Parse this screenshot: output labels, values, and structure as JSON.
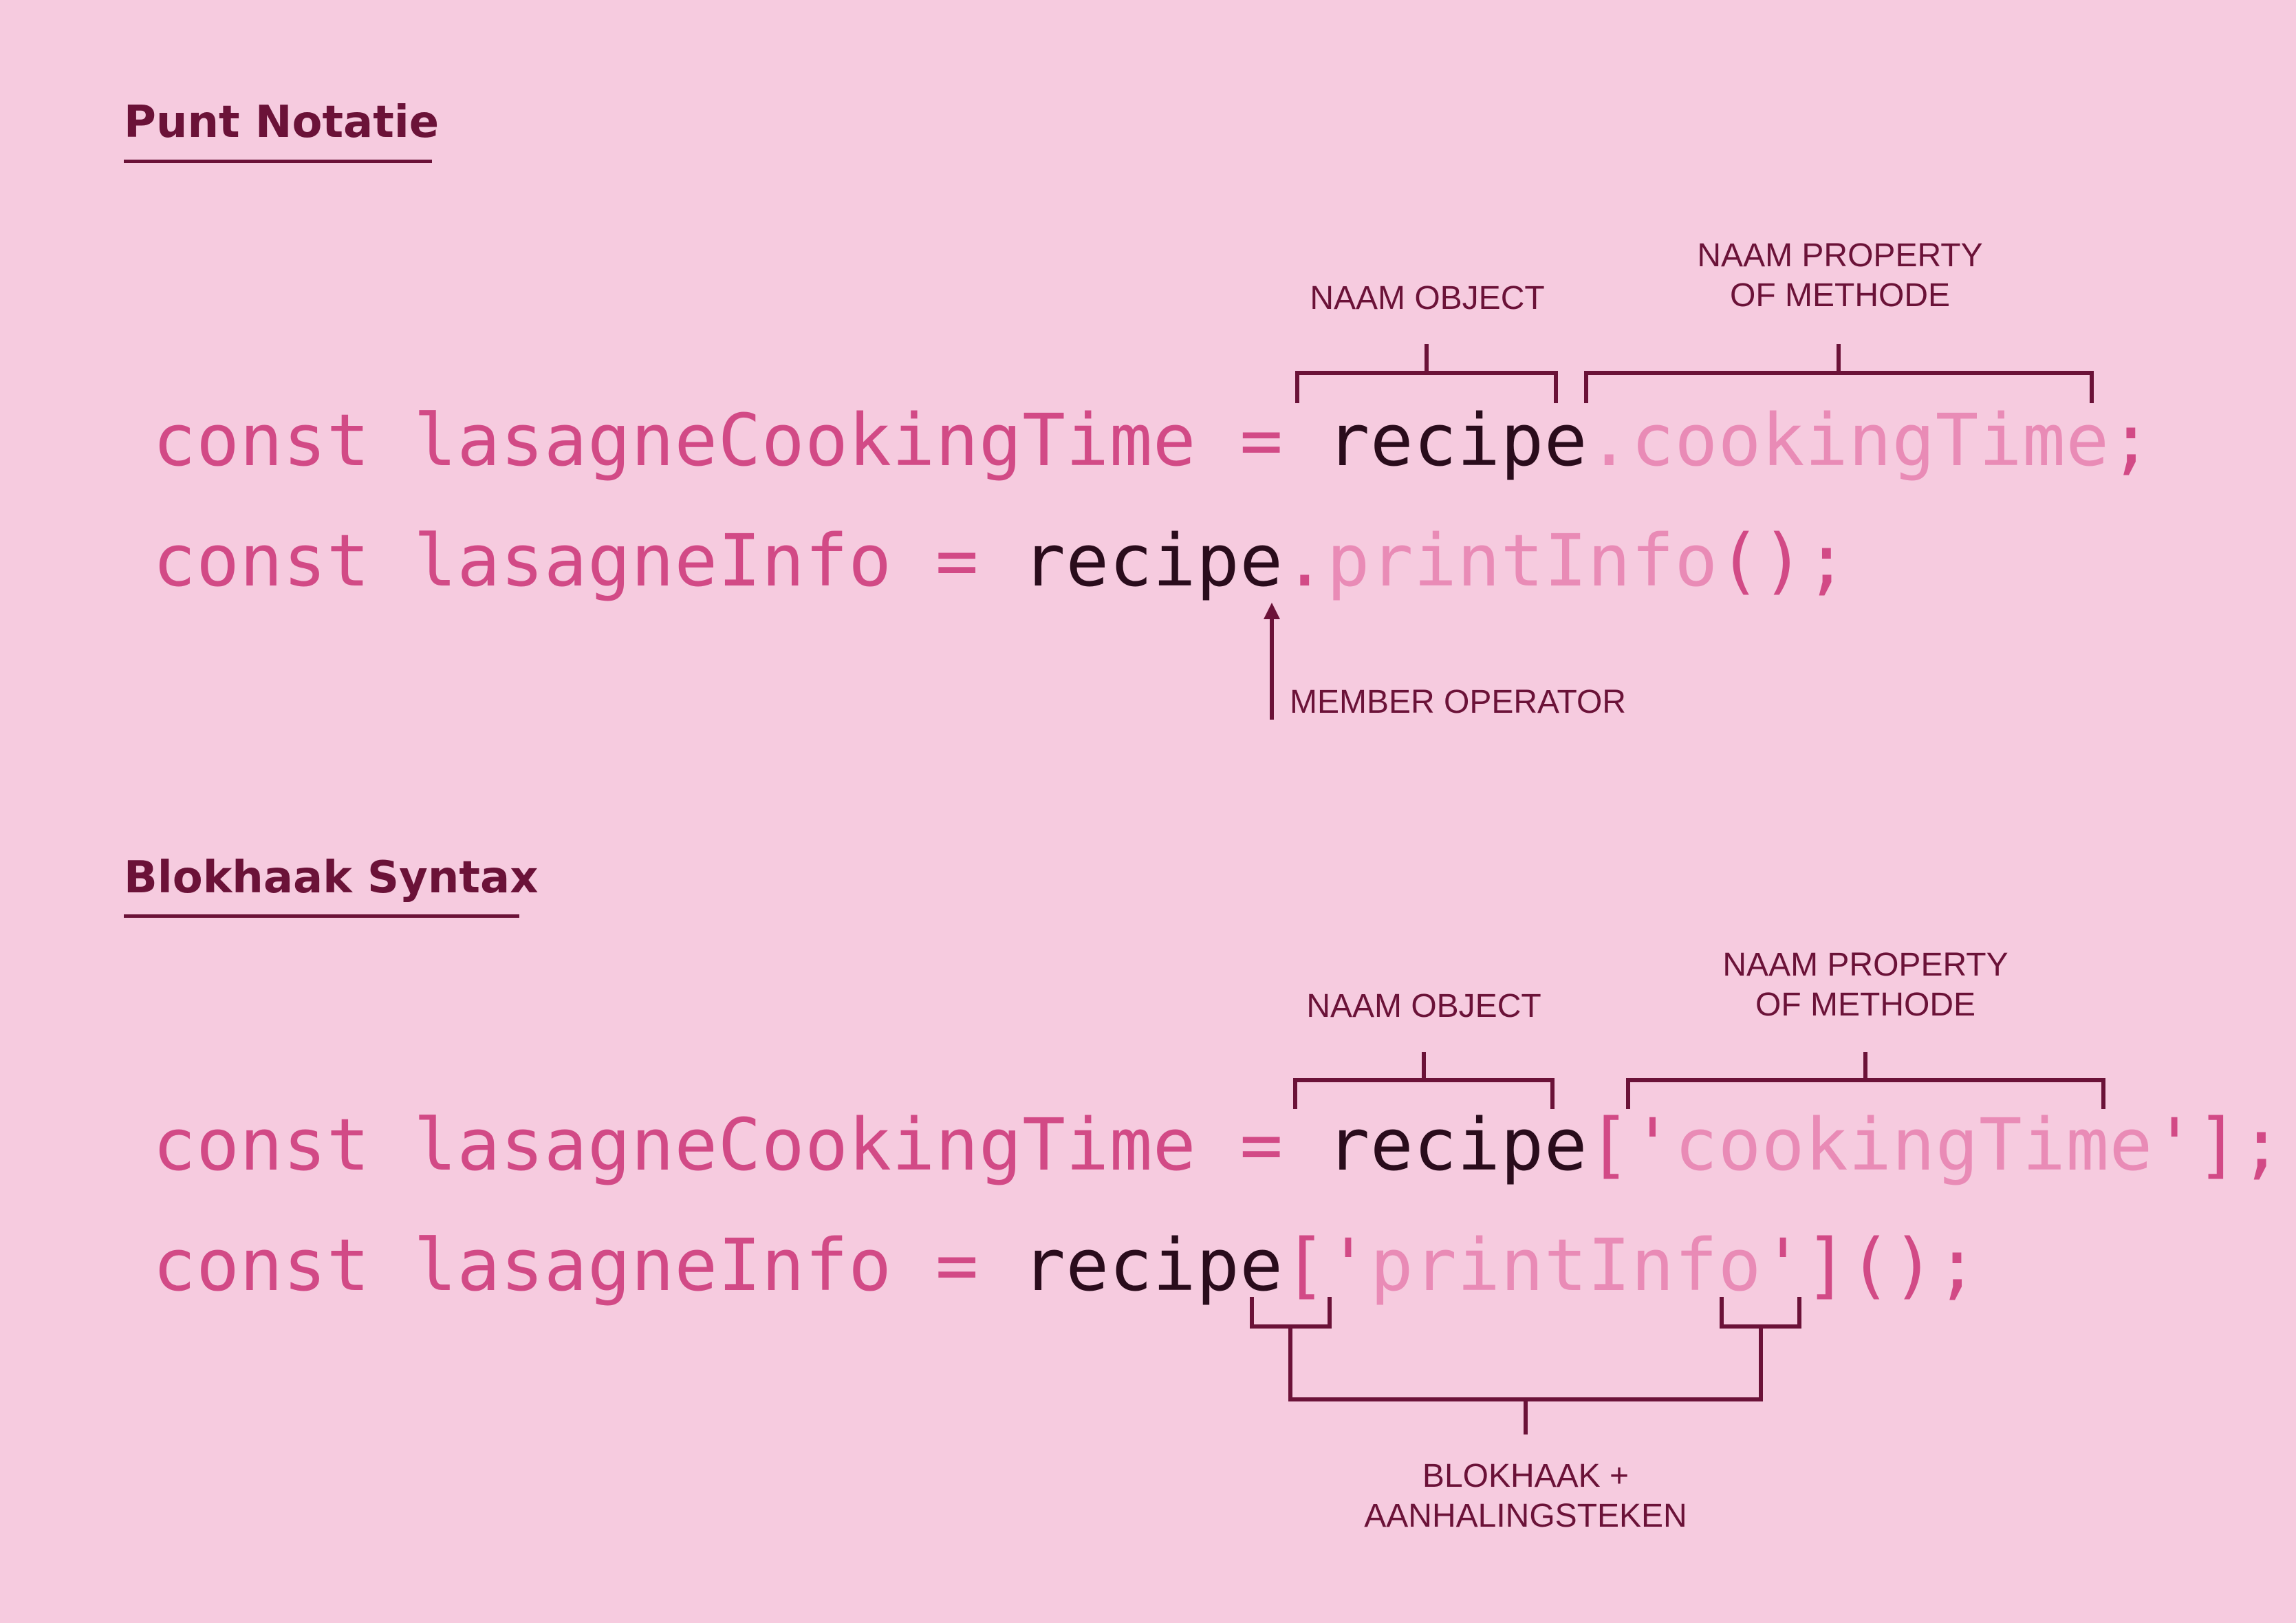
{
  "sections": [
    {
      "heading": "Punt Notatie",
      "lines": [
        [
          {
            "t": "const lasagneCookingTime = ",
            "c": "key"
          },
          {
            "t": "recipe",
            "c": "obj"
          },
          {
            "t": ".",
            "c": "prop"
          },
          {
            "t": "cookingTime",
            "c": "prop"
          },
          {
            "t": ";",
            "c": "key"
          }
        ],
        [
          {
            "t": "const lasagneInfo = ",
            "c": "key"
          },
          {
            "t": "recipe",
            "c": "obj"
          },
          {
            "t": ".",
            "c": "key"
          },
          {
            "t": "printInfo",
            "c": "prop"
          },
          {
            "t": "();",
            "c": "key"
          }
        ]
      ],
      "annotations": {
        "object": "NAAM OBJECT",
        "property_line1": "NAAM PROPERTY",
        "property_line2": "OF METHODE",
        "operator": "MEMBER OPERATOR"
      }
    },
    {
      "heading": "Blokhaak Syntax",
      "lines": [
        [
          {
            "t": "const lasagneCookingTime = ",
            "c": "key"
          },
          {
            "t": "recipe",
            "c": "obj"
          },
          {
            "t": "['",
            "c": "key"
          },
          {
            "t": "cookingTime",
            "c": "prop"
          },
          {
            "t": "'];",
            "c": "key"
          }
        ],
        [
          {
            "t": "const lasagneInfo = ",
            "c": "key"
          },
          {
            "t": "recipe",
            "c": "obj"
          },
          {
            "t": "['",
            "c": "key"
          },
          {
            "t": "printInfo",
            "c": "prop"
          },
          {
            "t": "']();",
            "c": "key"
          }
        ]
      ],
      "annotations": {
        "object": "NAAM OBJECT",
        "property_line1": "NAAM PROPERTY",
        "property_line2": "OF METHODE",
        "bracket_line1": "BLOKHAAK +",
        "bracket_line2": "AANHALINGSTEKEN"
      }
    }
  ],
  "colors": {
    "background": "#f6cbdf",
    "heading": "#6b1238",
    "keyword": "#d24a86",
    "object": "#2a0c1c",
    "property": "#e98bb6",
    "annotation": "#6b1238"
  }
}
